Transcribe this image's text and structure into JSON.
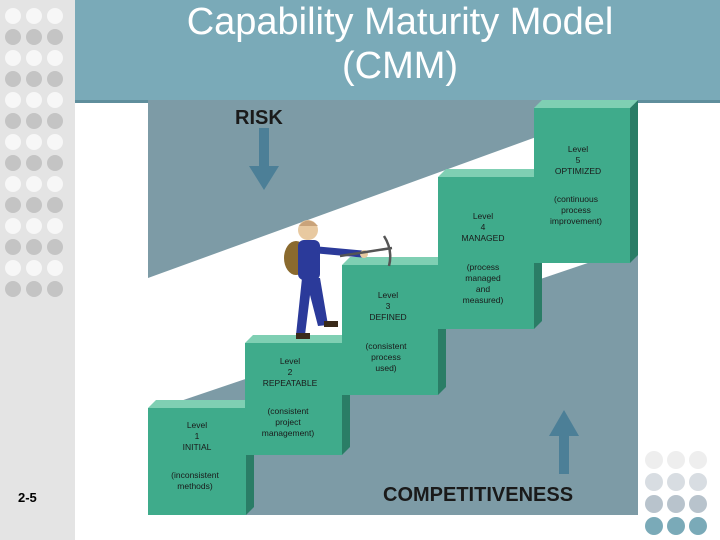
{
  "slide": {
    "title": "Capability Maturity Model\n(CMM)",
    "number": "2-5"
  },
  "diagram": {
    "risk_label": "RISK",
    "competitiveness_label": "COMPETITIVENESS",
    "levels": [
      {
        "heading": [
          "Level",
          "1",
          "INITIAL"
        ],
        "note": [
          "(inconsistent",
          "methods)"
        ]
      },
      {
        "heading": [
          "Level",
          "2",
          "REPEATABLE"
        ],
        "note": [
          "(consistent",
          "project",
          "management)"
        ]
      },
      {
        "heading": [
          "Level",
          "3",
          "DEFINED"
        ],
        "note": [
          "(consistent",
          "process",
          "used)"
        ]
      },
      {
        "heading": [
          "Level",
          "4",
          "MANAGED"
        ],
        "note": [
          "(process",
          "managed",
          "and",
          "measured)"
        ]
      },
      {
        "heading": [
          "Level",
          "5",
          "OPTIMIZED"
        ],
        "note": [
          "(continuous",
          "process",
          "improvement)"
        ]
      }
    ]
  },
  "colors": {
    "header": "#7aaab8",
    "diagram_bg": "#7d9ba6",
    "band": "#ffffff",
    "block_front": "#3fab8b",
    "block_top": "#7fcfb3",
    "block_side": "#2a7d66",
    "arrow": "#4c7f97"
  }
}
